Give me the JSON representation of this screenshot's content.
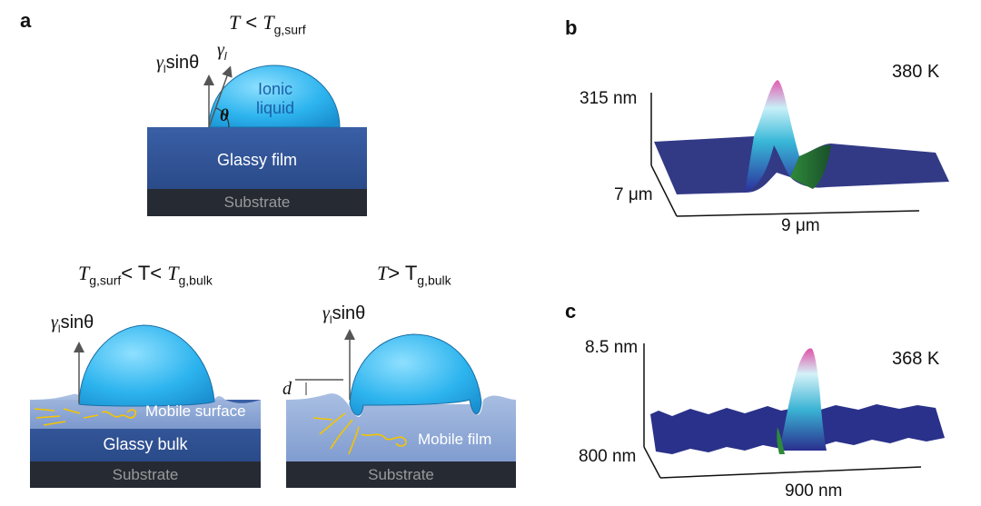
{
  "panel_a": {
    "letter": "a",
    "top": {
      "condition_T": "T",
      "condition_op": " < ",
      "condition_Tg": "T",
      "condition_sub": "g,surf",
      "droplet_label_1": "Ionic",
      "droplet_label_2": "liquid",
      "gamma_sin_label": "γ",
      "gamma_sin_sub": "l",
      "gamma_sin_rest": "sinθ",
      "gamma_label": "γ",
      "gamma_sub": "l",
      "theta_label": "θ",
      "film_label": "Glassy film",
      "substrate_label": "Substrate"
    },
    "bottom_left": {
      "condition_T1": "T",
      "condition_sub1": "g,surf",
      "condition_mid": "< T< ",
      "condition_T2": "T",
      "condition_sub2": "g,bulk",
      "gamma_sin_label": "γ",
      "gamma_sin_sub": "l",
      "gamma_sin_rest": "sinθ",
      "mobile_label": "Mobile surface",
      "bulk_label": "Glassy bulk",
      "substrate_label": "Substrate"
    },
    "bottom_right": {
      "condition_T1": "T",
      "condition_mid": "> T",
      "condition_sub": "g,bulk",
      "gamma_sin_label": "γ",
      "gamma_sin_sub": "l",
      "gamma_sin_rest": "sinθ",
      "d_label": "d",
      "mobile_label": "Mobile film",
      "substrate_label": "Substrate"
    }
  },
  "panel_b": {
    "letter": "b",
    "temperature": "380 K",
    "z_axis": "315 nm",
    "y_axis": "7 μm",
    "x_axis": "9 μm"
  },
  "panel_c": {
    "letter": "c",
    "temperature": "368 K",
    "z_axis": "8.5 nm",
    "y_axis": "800 nm",
    "x_axis": "900 nm"
  },
  "colors": {
    "film_dark": "#2f4f8f",
    "substrate": "#262a33",
    "droplet": "#29b6ee",
    "mobile": "#9fb6dc",
    "flow": "#f5c400"
  }
}
